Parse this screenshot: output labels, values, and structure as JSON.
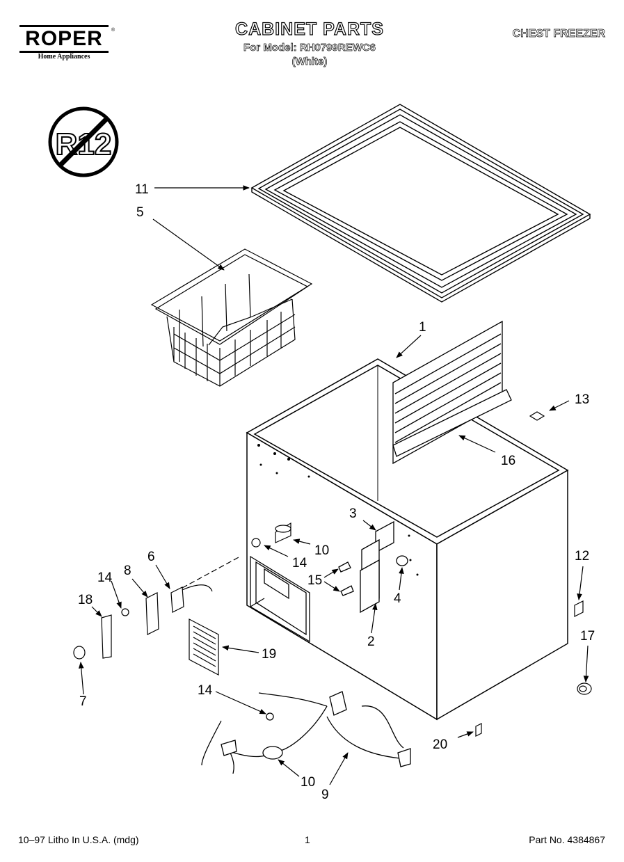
{
  "header": {
    "brand": "ROPER",
    "brand_tagline": "Home Appliances",
    "trademark": "®",
    "title": "CABINET PARTS",
    "model_line": "For Model: RH0799REWC6",
    "color_line": "(White)",
    "product": "CHEST FREEZER"
  },
  "badge": {
    "text": "R12",
    "icon": "no-r12-icon"
  },
  "callouts": [
    "11",
    "5",
    "1",
    "13",
    "16",
    "3",
    "10",
    "14",
    "12",
    "6",
    "8",
    "14",
    "15",
    "4",
    "18",
    "2",
    "17",
    "19",
    "7",
    "14",
    "20",
    "10",
    "9"
  ],
  "footer": {
    "left": "10–97 Litho In U.S.A. (mdg)",
    "page": "1",
    "part_no": "Part No. 4384867"
  },
  "colors": {
    "ink": "#000000",
    "paper": "#ffffff"
  }
}
